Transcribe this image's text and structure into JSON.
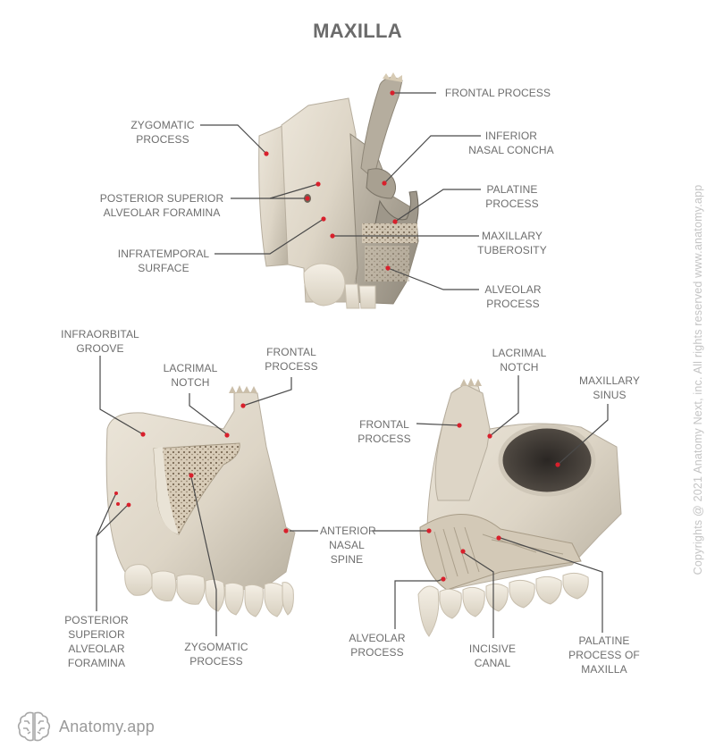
{
  "title": "MAXILLA",
  "colors": {
    "label_text": "#6e6e6e",
    "title_text": "#6b6b6b",
    "leader_line": "#4a4a4a",
    "marker": "#d8202c",
    "bone": "#e4ddd0",
    "bone_shadow": "#bdb5a6",
    "tooth": "#efe9dd",
    "watermark": "#c4c4c4"
  },
  "views": {
    "posterior_view": {
      "labels": [
        {
          "id": "zygomatic-process",
          "text": "ZYGOMATIC\nPROCESS"
        },
        {
          "id": "posterior-superior-alveolar-foramina",
          "text": "POSTERIOR SUPERIOR\nALVEOLAR FORAMINA"
        },
        {
          "id": "infratemporal-surface",
          "text": "INFRATEMPORAL\nSURFACE"
        },
        {
          "id": "frontal-process",
          "text": "FRONTAL PROCESS"
        },
        {
          "id": "inferior-nasal-concha",
          "text": "INFERIOR\nNASAL CONCHA"
        },
        {
          "id": "palatine-process",
          "text": "PALATINE\nPROCESS"
        },
        {
          "id": "maxillary-tuberosity",
          "text": "MAXILLARY\nTUBEROSITY"
        },
        {
          "id": "alveolar-process",
          "text": "ALVEOLAR\nPROCESS"
        }
      ]
    },
    "lateral_view": {
      "labels": [
        {
          "id": "infraorbital-groove",
          "text": "INFRAORBITAL\nGROOVE"
        },
        {
          "id": "lacrimal-notch",
          "text": "LACRIMAL\nNOTCH"
        },
        {
          "id": "frontal-process",
          "text": "FRONTAL\nPROCESS"
        },
        {
          "id": "posterior-superior-alveolar-foramina",
          "text": "POSTERIOR\nSUPERIOR\nALVEOLAR\nFORAMINA"
        },
        {
          "id": "zygomatic-process",
          "text": "ZYGOMATIC\nPROCESS"
        }
      ]
    },
    "shared": {
      "anterior_nasal_spine": "ANTERIOR\nNASAL\nSPINE"
    },
    "medial_view": {
      "labels": [
        {
          "id": "frontal-process",
          "text": "FRONTAL\nPROCESS"
        },
        {
          "id": "lacrimal-notch",
          "text": "LACRIMAL\nNOTCH"
        },
        {
          "id": "maxillary-sinus",
          "text": "MAXILLARY\nSINUS"
        },
        {
          "id": "alveolar-process",
          "text": "ALVEOLAR\nPROCESS"
        },
        {
          "id": "incisive-canal",
          "text": "INCISIVE\nCANAL"
        },
        {
          "id": "palatine-process-of-maxilla",
          "text": "PALATINE\nPROCESS OF\nMAXILLA"
        }
      ]
    }
  },
  "watermark": "Copyrights @ 2021 Anatomy Next, inc. All rights reserved www.anatomy.app",
  "brand": {
    "name": "Anatomy.app",
    "icon": "brain-icon"
  }
}
